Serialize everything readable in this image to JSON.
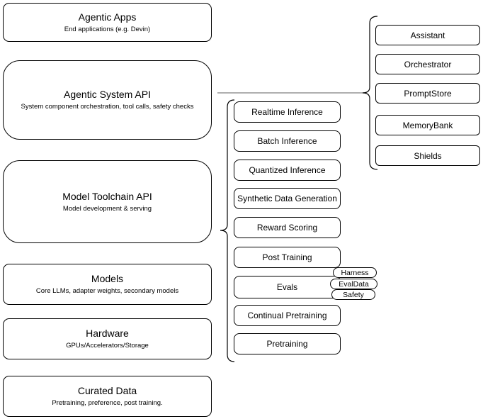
{
  "stack_layers": [
    {
      "title": "Agentic Apps",
      "subtitle": "End applications (e.g. Devin)"
    },
    {
      "title": "Agentic System API",
      "subtitle": "System component orchestration, tool calls, safety checks"
    },
    {
      "title": "Model Toolchain API",
      "subtitle": "Model development & serving"
    },
    {
      "title": "Models",
      "subtitle": "Core LLMs, adapter weights, secondary models"
    },
    {
      "title": "Hardware",
      "subtitle": "GPUs/Accelerators/Storage"
    },
    {
      "title": "Curated Data",
      "subtitle": "Pretraining, preference, post training."
    }
  ],
  "toolchain_components": [
    "Realtime Inference",
    "Batch Inference",
    "Quantized Inference",
    "Synthetic Data Generation",
    "Reward Scoring",
    "Post Training",
    "Evals",
    "Continual Pretraining",
    "Pretraining"
  ],
  "eval_tags": [
    "Harness",
    "EvalData",
    "Safety"
  ],
  "system_components": [
    "Assistant",
    "Orchestrator",
    "PromptStore",
    "MemoryBank",
    "Shields"
  ],
  "colors": {
    "shape_stroke": "#000000",
    "connector_line": "#7f7f7f",
    "shape_fill": "#ffffff",
    "background": "#ffffff"
  }
}
